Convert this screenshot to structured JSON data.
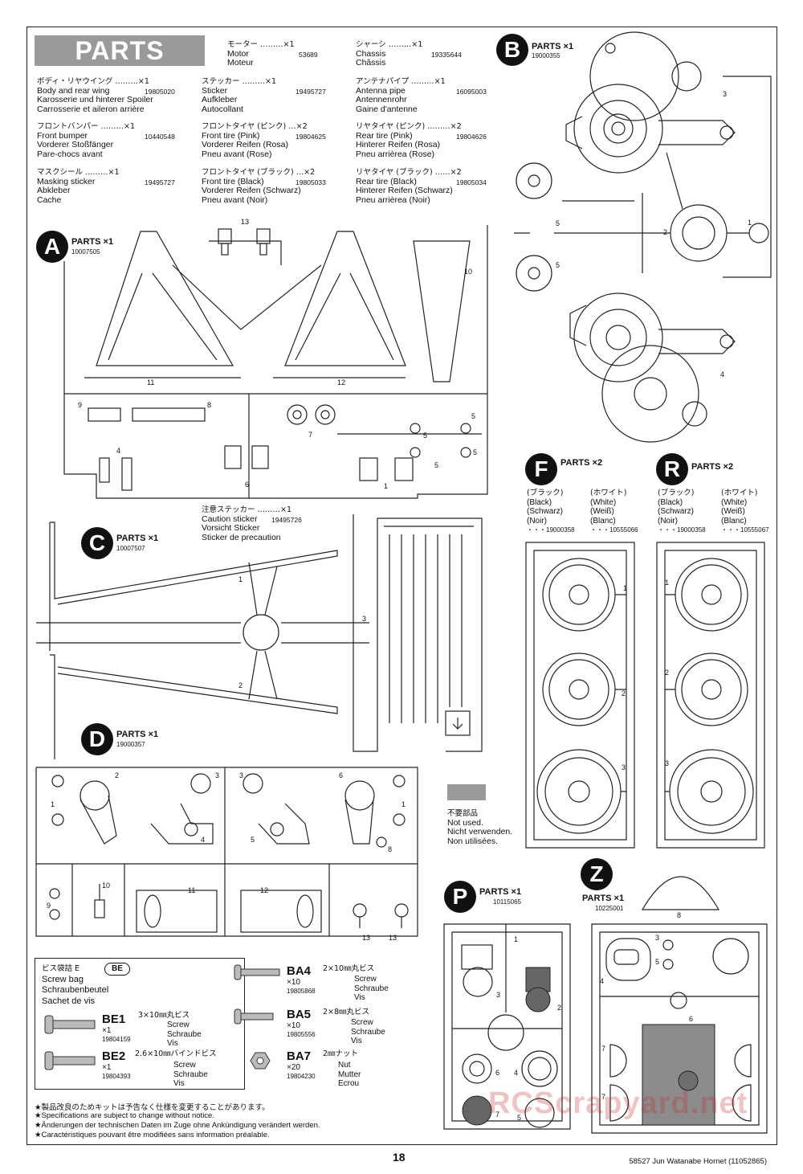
{
  "banner": "PARTS",
  "parts_list": [
    {
      "jp": "ボディ・リヤウイング ………×1",
      "en": "Body and rear wing",
      "code": "19805020",
      "de": "Karosserie und hinterer Spoiler",
      "fr": "Carrosserie et aileron arrière"
    },
    {
      "jp": "フロントバンパー ………×1",
      "en": "Front bumper",
      "code": "10440548",
      "de": "Vorderer Stoßfänger",
      "fr": "Pare-chocs avant"
    },
    {
      "jp": "マスクシール ………×1",
      "en": "Masking sticker",
      "code": "19495727",
      "de": "Abkleber",
      "fr": "Cache"
    },
    {
      "jp": "モーター ………×1",
      "en": "Motor",
      "code": "53689",
      "de": "Moteur",
      "fr": ""
    },
    {
      "jp": "ステッカー ………×1",
      "en": "Sticker",
      "code": "19495727",
      "de": "Aufkleber",
      "fr": "Autocollant"
    },
    {
      "jp": "フロントタイヤ (ピンク) …×2",
      "en": "Front tire (Pink)",
      "code": "19804625",
      "de": "Vorderer Reifen (Rosa)",
      "fr": "Pneu avant (Rose)"
    },
    {
      "jp": "フロントタイヤ (ブラック) …×2",
      "en": "Front tire (Black)",
      "code": "19805033",
      "de": "Vorderer Reifen (Schwarz)",
      "fr": "Pneu avant (Noir)"
    },
    {
      "jp": "シャーシ ………×1",
      "en": "Chassis",
      "code": "19335644",
      "de": "Châssis",
      "fr": ""
    },
    {
      "jp": "アンテナパイプ ………×1",
      "en": "Antenna pipe",
      "code": "16095003",
      "de": "Antennenrohr",
      "fr": "Gaine d'antenne"
    },
    {
      "jp": "リヤタイヤ (ピンク) ………×2",
      "en": "Rear tire (Pink)",
      "code": "19804626",
      "de": "Hinterer Reifen (Rosa)",
      "fr": "Pneu arrièrea (Rose)"
    },
    {
      "jp": "リヤタイヤ (ブラック) ……×2",
      "en": "Rear tire (Black)",
      "code": "19805034",
      "de": "Hinterer Reifen (Schwarz)",
      "fr": "Pneu arrièrea (Noir)"
    }
  ],
  "trees": {
    "A": {
      "letter": "A",
      "title": "PARTS ×1",
      "code": "10007505"
    },
    "B": {
      "letter": "B",
      "title": "PARTS ×1",
      "code": "19000355"
    },
    "C": {
      "letter": "C",
      "title": "PARTS ×1",
      "code": "10007507"
    },
    "D": {
      "letter": "D",
      "title": "PARTS ×1",
      "code": "19000357"
    },
    "F": {
      "letter": "F",
      "title": "PARTS ×2"
    },
    "R": {
      "letter": "R",
      "title": "PARTS ×2"
    },
    "P": {
      "letter": "P",
      "title": "PARTS ×1",
      "code": "10115065"
    },
    "Z": {
      "letter": "Z",
      "title": "PARTS ×1",
      "code": "10225001"
    }
  },
  "color_variants": {
    "black": [
      "(ブラック)",
      "(Black)",
      "(Schwarz)",
      "(Noir)",
      "・・・19000358"
    ],
    "white": [
      "(ホワイト)",
      "(White)",
      "(Weiß)",
      "(Blanc)",
      "・・・10555066"
    ],
    "white_r": [
      "(ホワイト)",
      "(White)",
      "(Weiß)",
      "(Blanc)",
      "・・・10555067"
    ]
  },
  "caution": {
    "jp": "注意ステッカー ………×1",
    "en": "Caution sticker",
    "code": "19495726",
    "de": "Vorsicht Sticker",
    "fr": "Sticker de precaution"
  },
  "not_used": {
    "jp": "不要部品",
    "en": "Not used.",
    "de": "Nicht verwenden.",
    "fr": "Non utilisées."
  },
  "screw_bag": {
    "title_jp": "ビス袋詰 E",
    "badge": "BE",
    "title_en": "Screw bag",
    "title_de": "Schraubenbeutel",
    "title_fr": "Sachet de vis",
    "items": [
      {
        "id": "BE1",
        "qty": "×1",
        "code": "19804159",
        "jp": "3×10㎜丸ビス",
        "en": "Screw",
        "de": "Schraube",
        "fr": "Vis"
      },
      {
        "id": "BE2",
        "qty": "×1",
        "code": "19804393",
        "jp": "2.6×10㎜バインドビス",
        "en": "Screw",
        "de": "Schraube",
        "fr": "Vis"
      },
      {
        "id": "BA4",
        "qty": "×10",
        "code": "19805868",
        "jp": "2×10㎜丸ビス",
        "en": "Screw",
        "de": "Schraube",
        "fr": "Vis"
      },
      {
        "id": "BA5",
        "qty": "×10",
        "code": "19805556",
        "jp": "2×8㎜丸ビス",
        "en": "Screw",
        "de": "Schraube",
        "fr": "Vis"
      },
      {
        "id": "BA7",
        "qty": "×20",
        "code": "19804230",
        "jp": "2㎜ナット",
        "en": "Nut",
        "de": "Mutter",
        "fr": "Ecrou"
      }
    ]
  },
  "footnotes": [
    "★製品改良のためキットは予告なく仕様を変更することがあります。",
    "★Specifications are subject to change without notice.",
    "★Änderungen der technischen Daten im Zuge ohne Ankündigung verändert werden.",
    "★Caractéristiques pouvant être modifiées sans information préalable."
  ],
  "page_number": "18",
  "footer": "58527 Jun Watanabe Hornet (11052865)",
  "watermark": "RCScrapyard.net"
}
